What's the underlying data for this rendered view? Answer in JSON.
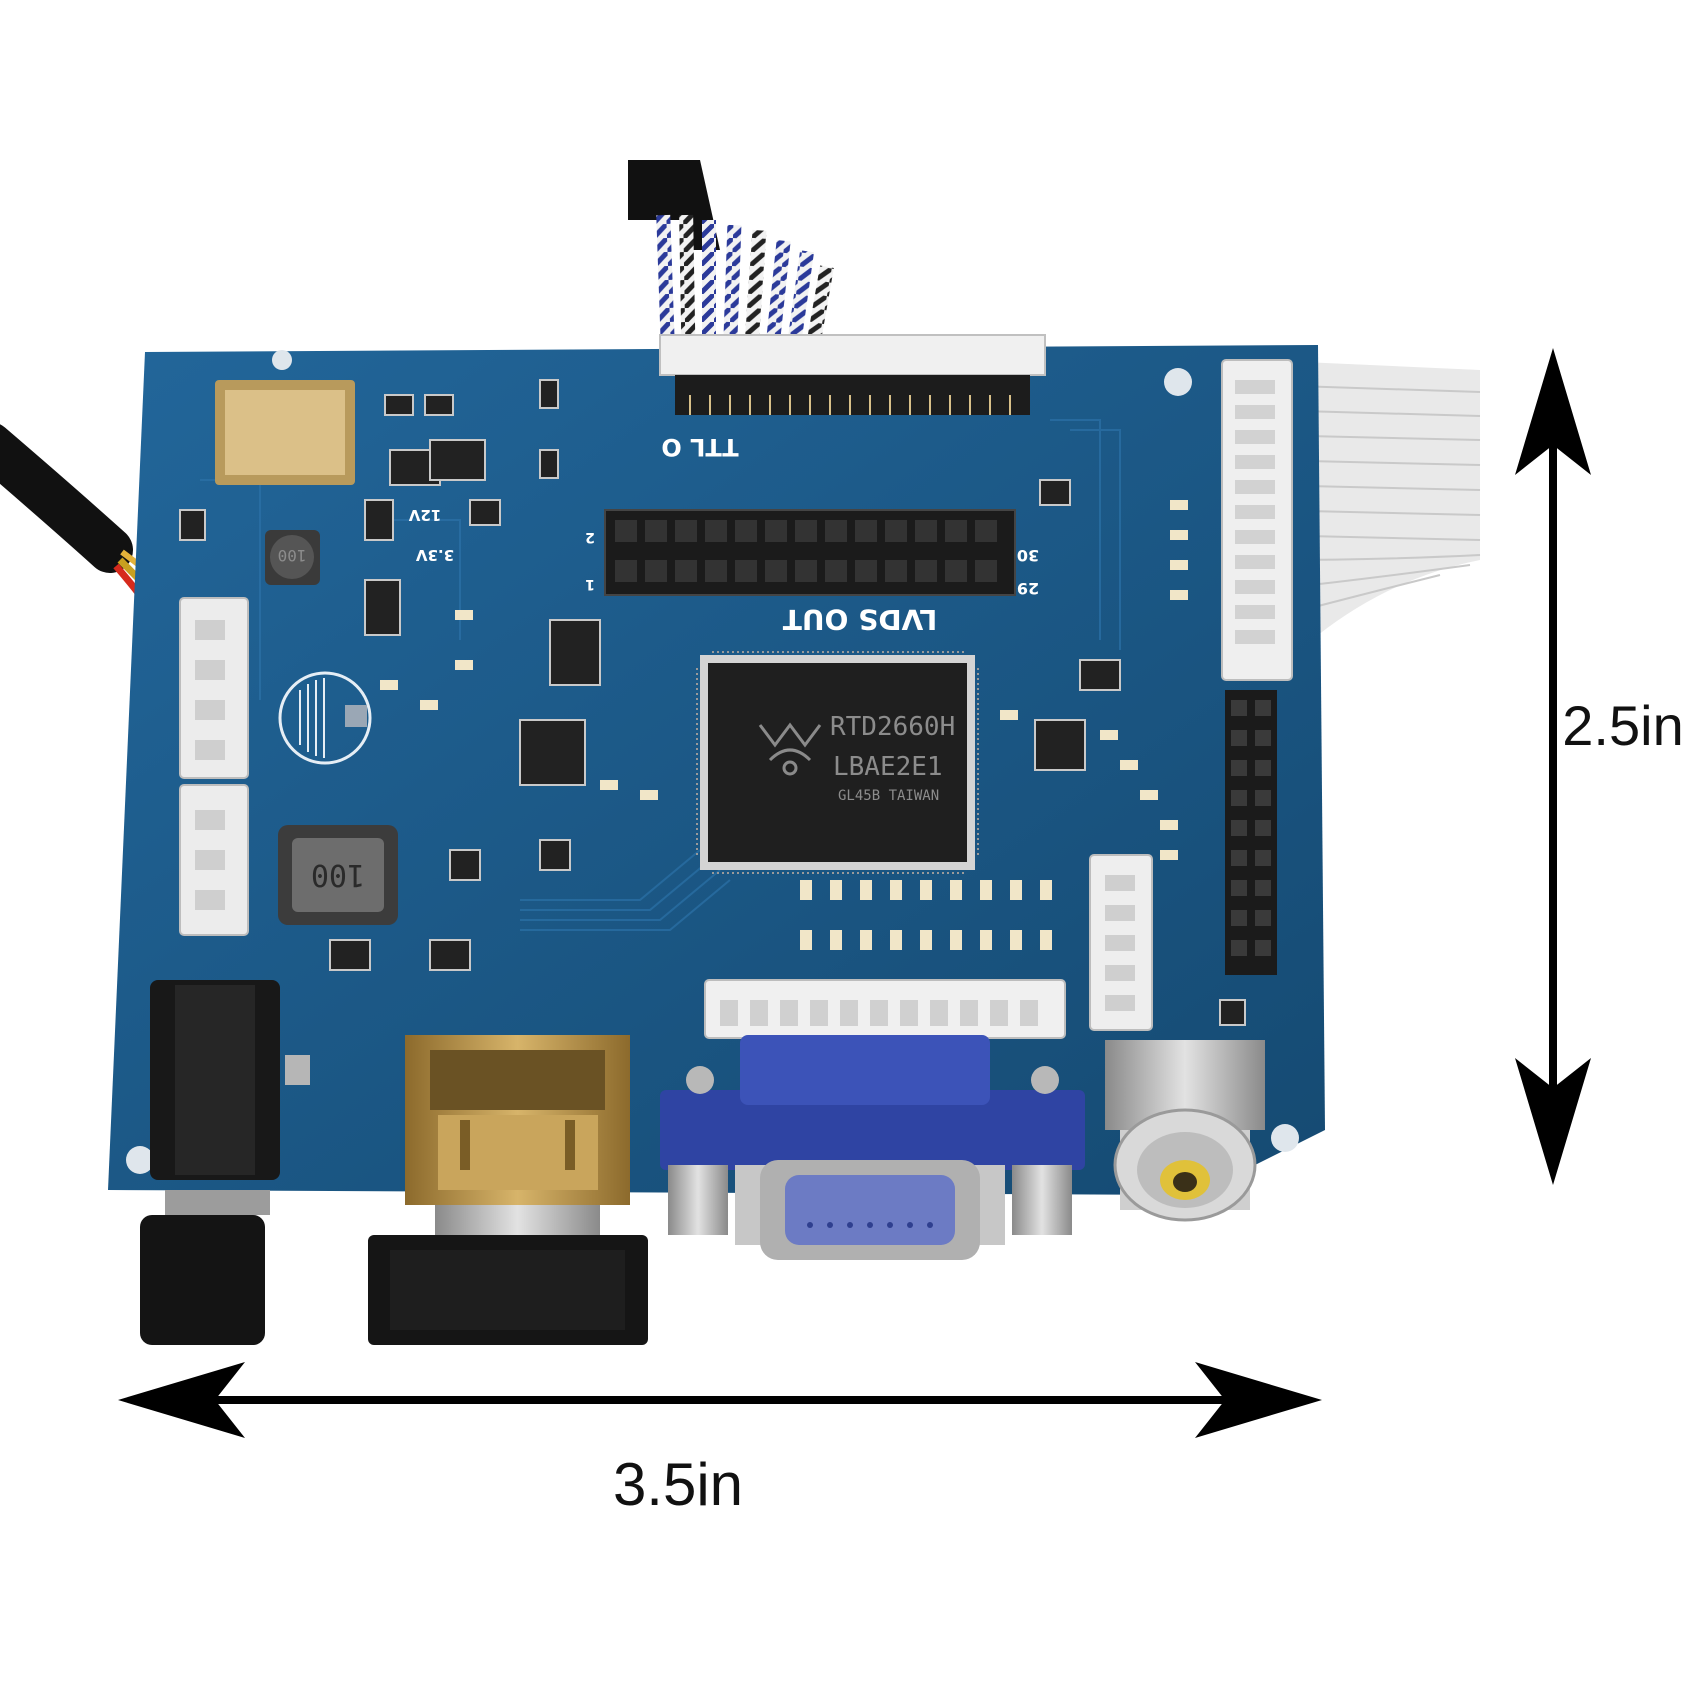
{
  "board": {
    "chip_line1": "RTD2660H",
    "chip_line2": "LBAE2E1",
    "chip_line3": "GL45B  TAIWAN",
    "silk_lvds": "LVDS OUT",
    "silk_ttl": "TTL O",
    "silk_12v": "12V",
    "silk_33v": "3.3V",
    "silk_30": "30",
    "silk_29": "29",
    "silk_2": "2",
    "silk_1": "1",
    "inductor_large": "100",
    "inductor_small": "100"
  },
  "dimensions": {
    "width_label": "3.5in",
    "height_label": "2.5in"
  },
  "colors": {
    "pcb": "#1d5a88",
    "arrow": "#000000",
    "connector": "#e8e8e6",
    "vga_blue": "#2f44a3",
    "hdmi_gold": "#b08a43"
  }
}
